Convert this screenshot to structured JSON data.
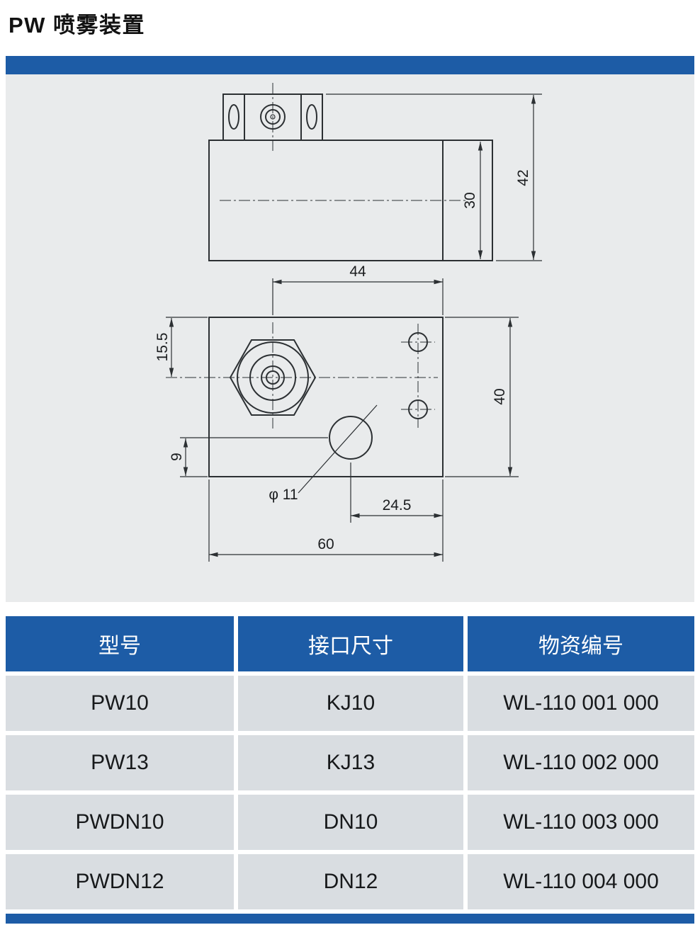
{
  "page": {
    "title": "PW 喷雾装置"
  },
  "colors": {
    "accent_blue": "#1d5ca6",
    "panel_gray": "#e9ebec",
    "row_gray": "#d9dde1"
  },
  "drawing": {
    "dimensions": {
      "d42": "42",
      "d30": "30",
      "d44": "44",
      "d15_5": "15.5",
      "d40": "40",
      "d9": "9",
      "phi11": "φ 11",
      "d24_5": "24.5",
      "d60": "60"
    }
  },
  "table": {
    "headers": [
      "型号",
      "接口尺寸",
      "物资编号"
    ],
    "rows": [
      [
        "PW10",
        "KJ10",
        "WL-110 001 000"
      ],
      [
        "PW13",
        "KJ13",
        "WL-110 002 000"
      ],
      [
        "PWDN10",
        "DN10",
        "WL-110 003 000"
      ],
      [
        "PWDN12",
        "DN12",
        "WL-110 004 000"
      ]
    ]
  }
}
